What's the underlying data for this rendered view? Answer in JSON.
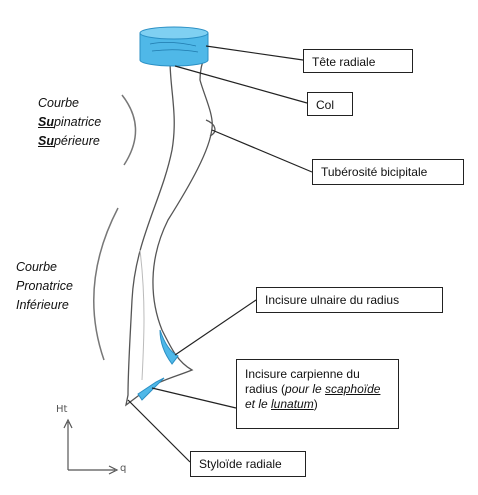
{
  "labels": {
    "tete_radiale": "Tête radiale",
    "col": "Col",
    "tuberosite": "Tubérosité bicipitale",
    "incisure_ulnaire": "Incisure ulnaire du radius",
    "incisure_carpienne_l1": "Incisure carpienne du",
    "incisure_carpienne_l2_a": "radius (",
    "incisure_carpienne_l2_b": "pour le ",
    "incisure_carpienne_l2_c": "scaphoïde",
    "incisure_carpienne_l3_a": "et le ",
    "incisure_carpienne_l3_b": "lunatum",
    "incisure_carpienne_l3_c": ")",
    "styloide": "Styloïde radiale"
  },
  "curves": {
    "superior": {
      "line1": "Courbe",
      "line2_bold": "Su",
      "line2_rest": "pinatrice",
      "line3_bold": "Su",
      "line3_rest": "périeure"
    },
    "inferior": {
      "line1": "Courbe",
      "line2": "Pronatrice",
      "line3": "Inférieure"
    }
  },
  "axes": {
    "up_label": "Ht",
    "right_label": "q"
  },
  "colors": {
    "cartilage": "#4fb8e8",
    "cartilage_dark": "#2a8fc4",
    "outline": "#555555",
    "leader": "#222222"
  }
}
